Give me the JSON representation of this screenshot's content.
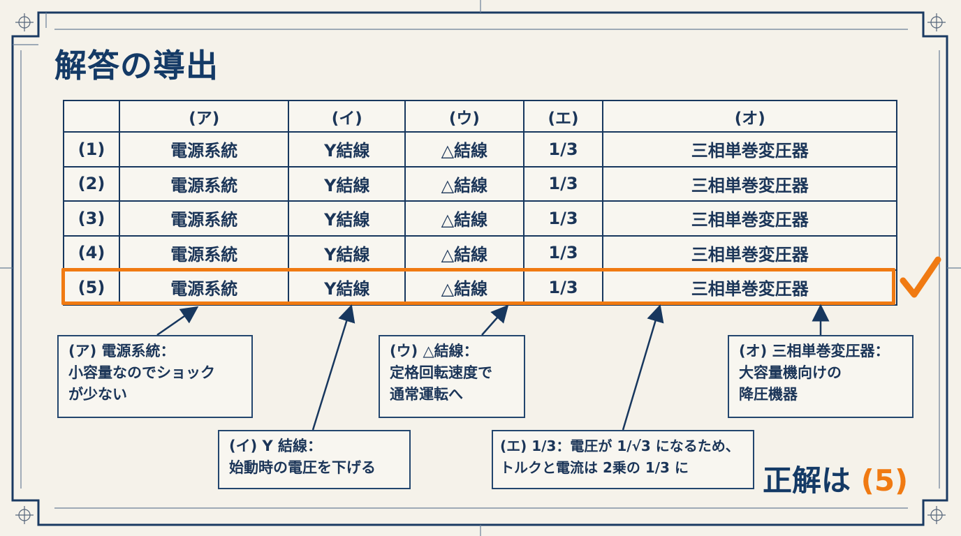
{
  "title": "解答の導出",
  "table": {
    "headers": [
      "",
      "(ア)",
      "(イ)",
      "(ウ)",
      "(エ)",
      "(オ)"
    ],
    "rows": [
      [
        "(1)",
        "電源系統",
        "Y結線",
        "△結線",
        "1/3",
        "三相単巻変圧器"
      ],
      [
        "(2)",
        "電源系統",
        "Y結線",
        "△結線",
        "1/3",
        "三相単巻変圧器"
      ],
      [
        "(3)",
        "電源系統",
        "Y結線",
        "△結線",
        "1/3",
        "三相単巻変圧器"
      ],
      [
        "(4)",
        "電源系統",
        "Y結線",
        "△結線",
        "1/3",
        "三相単巻変圧器"
      ],
      [
        "(5)",
        "電源系統",
        "Y結線",
        "△結線",
        "1/3",
        "三相単巻変圧器"
      ]
    ],
    "highlighted_row": "(5)"
  },
  "callouts": {
    "a": [
      "(ア) 電源系統：",
      "小容量なのでショック",
      "が少ない"
    ],
    "i": [
      "(イ) Y 結線：",
      "始動時の電圧を下げる"
    ],
    "u": [
      "(ウ) △結線：",
      "定格回転速度で",
      "通常運転へ"
    ],
    "e": [
      "(エ) 1/3：電圧が 1/√3 になるため、",
      "トルクと電流は 2乗の 1/3 に"
    ],
    "o": [
      "(オ) 三相単巻変圧器：",
      "大容量機向けの",
      "降圧機器"
    ]
  },
  "answer": {
    "label": "正解は",
    "value": "(5)"
  },
  "colors": {
    "navy": "#143a66",
    "accent": "#f07a12",
    "background": "#f5f2ea"
  },
  "icons": [
    "checkmark-icon",
    "crosshair-icon"
  ]
}
